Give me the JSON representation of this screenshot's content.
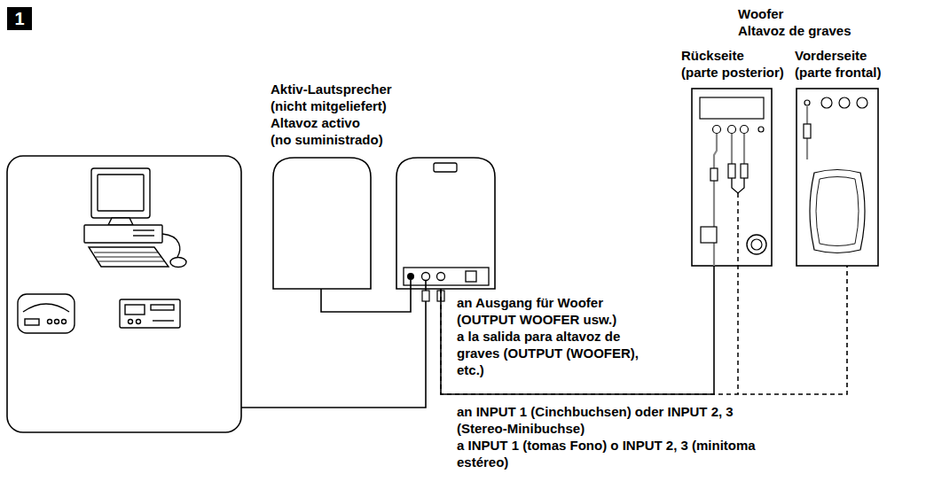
{
  "diagram": {
    "nodes": [
      {
        "text": [
          "Aktiv-Lautsprecher (nicht mitgeliefert)",
          "Altavoz activo (no suministrado)"
        ]
      },
      {
        "text": [
          "Rückseite (parte posterior)"
        ]
      },
      {
        "text": [
          "Vorderseite (parte frontal)"
        ]
      }
    ],
    "edges": [
      {
        "from": 0,
        "to": 1,
        "arrow": "none",
        "label": "an Ausgang für Woofer (OUTPUT WOOFER usw.)"
      },
      {
        "from": 0,
        "to": 2,
        "arrow": "none",
        "label": "an INPUT 1 (Cinchbuchsen) oder INPUT 2, 3 (Stereo-Minibuchse)"
      }
    ],
    "labels": [
      "1",
      "Woofer",
      "Altavoz de graves",
      "a la salida para altavoz de graves (OUTPUT (WOOFER), etc.)",
      "a INPUT 1 (tomas Fono) o INPUT 2, 3 (minitoma estéreo)"
    ]
  }
}
